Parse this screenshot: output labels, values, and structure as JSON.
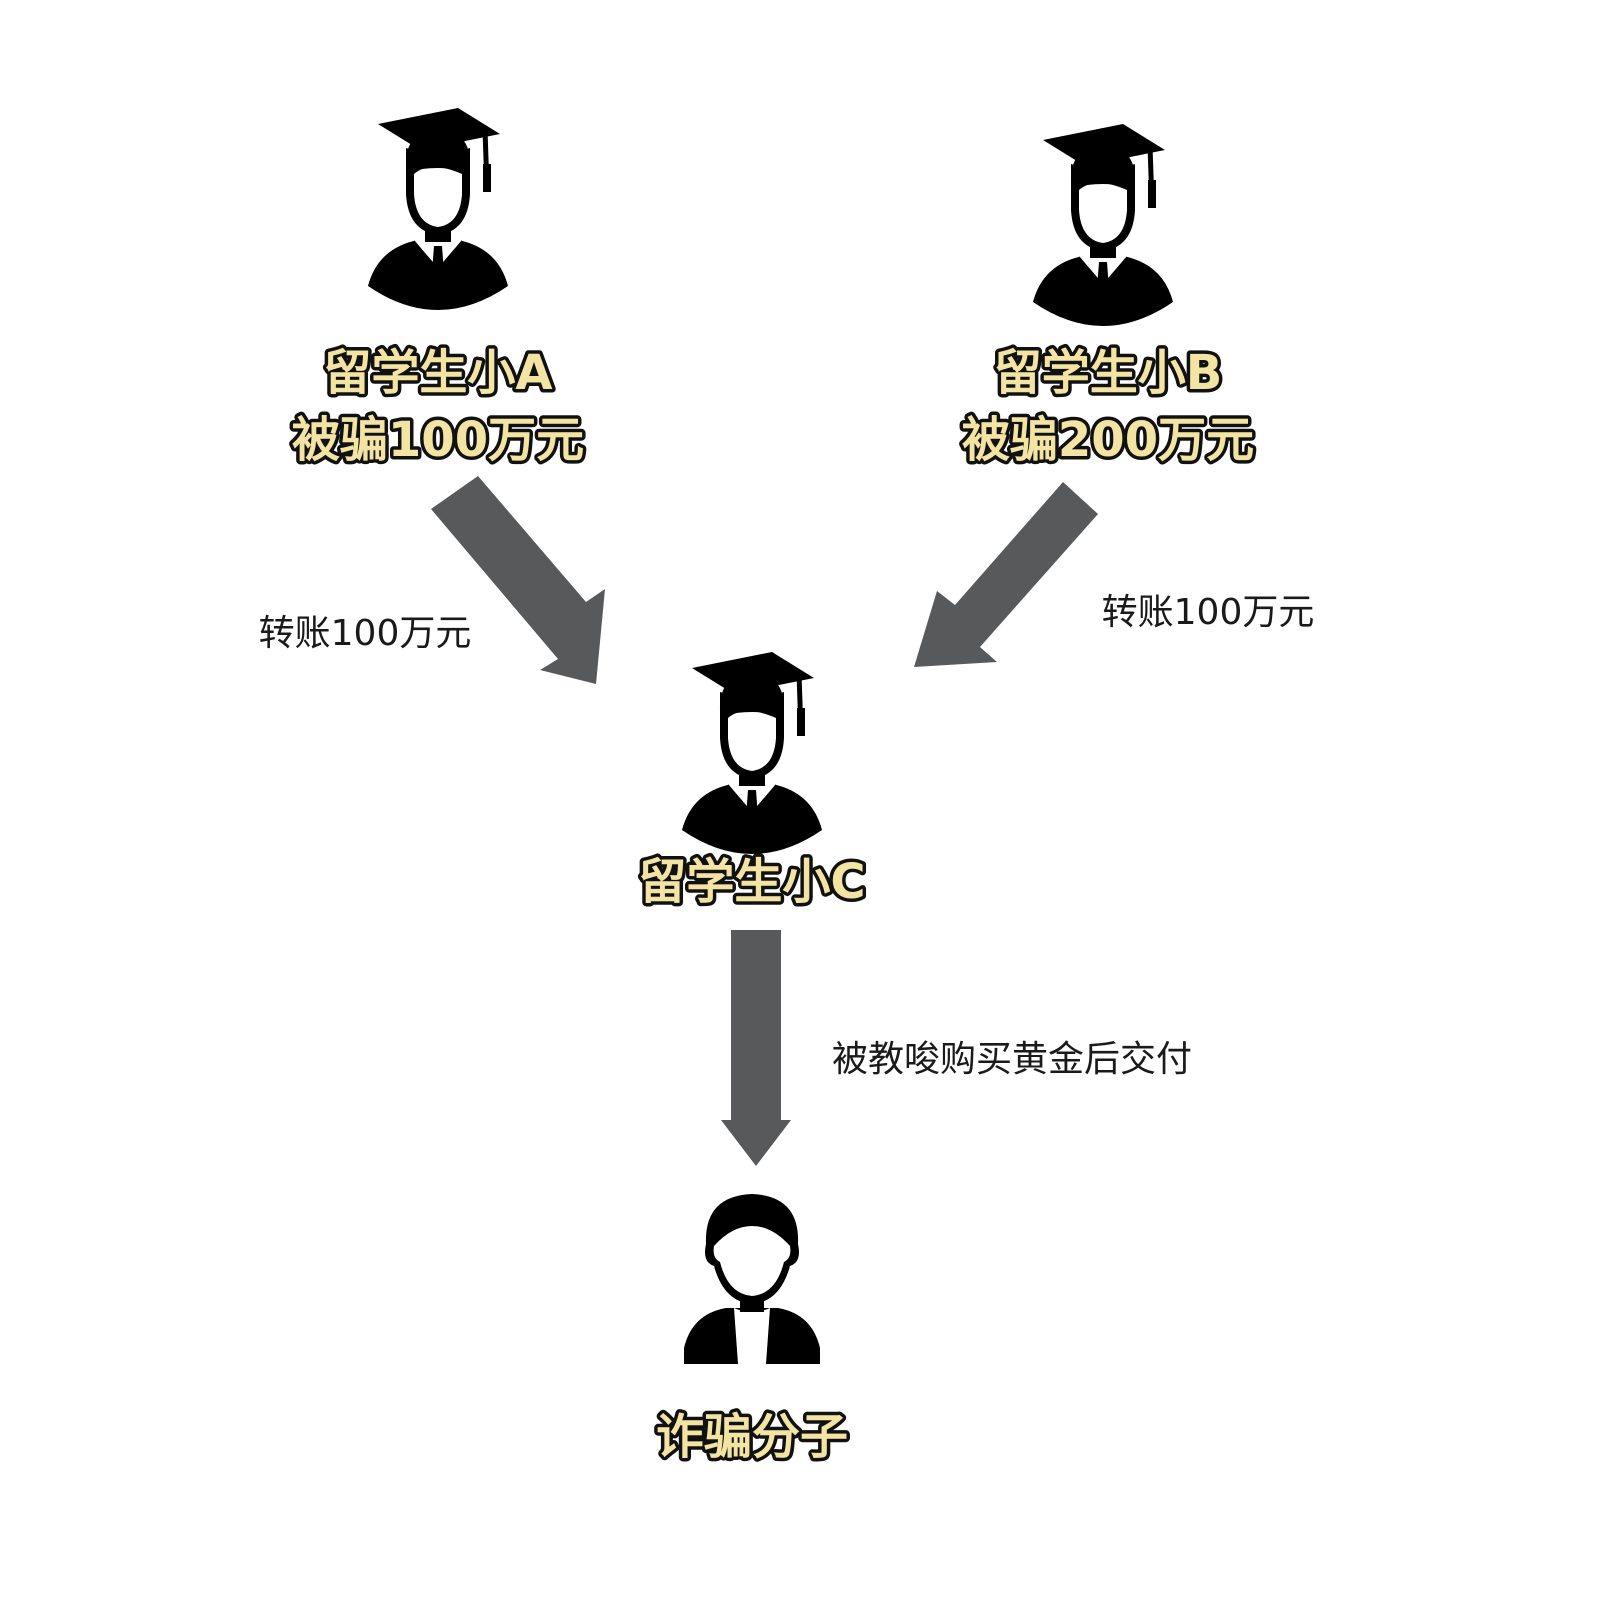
{
  "people": {
    "student_a": {
      "name": "留学生小A",
      "loss": "被骗100万元"
    },
    "student_b": {
      "name": "留学生小B",
      "loss": "被骗200万元"
    },
    "student_c": {
      "name": "留学生小C"
    },
    "scammer": {
      "name": "诈骗分子"
    }
  },
  "flows": {
    "a_to_c": "转账100万元",
    "b_to_c": "转账100万元",
    "c_to_scammer": "被教唆购买黄金后交付"
  },
  "icons": {
    "graduate": "graduate-person-icon",
    "person": "person-icon"
  },
  "colors": {
    "arrow": "#58595b",
    "label_fill": "#f3e4a3",
    "label_stroke": "#111111",
    "icon": "#000000"
  }
}
